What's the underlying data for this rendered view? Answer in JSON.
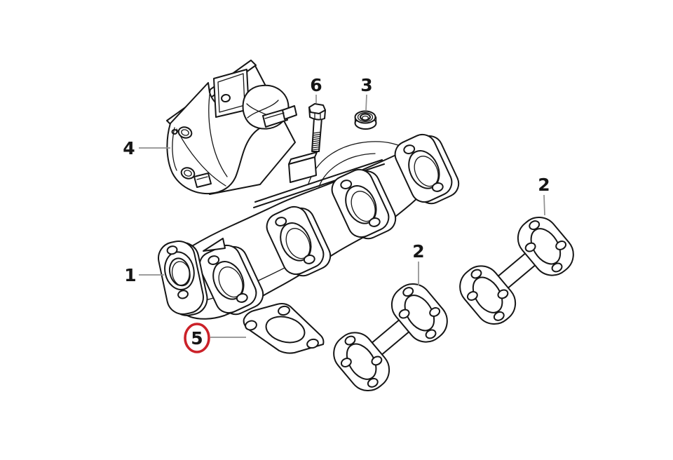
{
  "figure": {
    "background": "#ffffff",
    "line_color": "#161616",
    "leader_color": "#8f8f8f",
    "highlight_color": "#cb2129"
  },
  "callouts": {
    "manifold": {
      "number": "1",
      "highlighted": false
    },
    "gasket_front": {
      "number": "2",
      "highlighted": false
    },
    "gasket_rear": {
      "number": "2",
      "highlighted": false
    },
    "nut": {
      "number": "3",
      "highlighted": false
    },
    "heat_shield": {
      "number": "4",
      "highlighted": false
    },
    "single_gasket": {
      "number": "5",
      "highlighted": true
    },
    "bolt": {
      "number": "6",
      "highlighted": false
    }
  }
}
